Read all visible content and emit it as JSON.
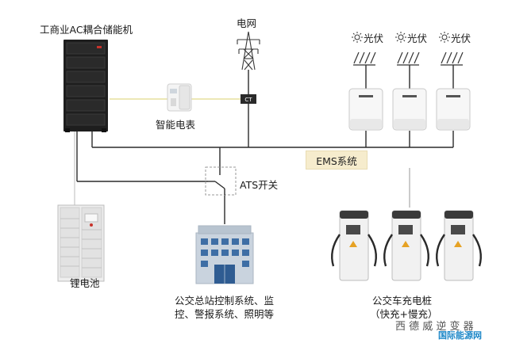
{
  "labels": {
    "storage_cabinet": "工商业AC耦合储能机",
    "grid": "电网",
    "ct": "CT",
    "smart_meter": "智能电表",
    "pv_1": "光伏",
    "pv_2": "光伏",
    "pv_3": "光伏",
    "ats": "ATS开关",
    "ems": "EMS系统",
    "battery": "锂电池",
    "station_line1": "公交总站控制系统、监",
    "station_line2": "控、警报系统、照明等",
    "charger_line1": "公交车充电桩",
    "charger_line2": "（快充+慢充）"
  },
  "watermark": {
    "line1": "西 德 威 逆 变 器",
    "line2": "国际能源网"
  },
  "colors": {
    "line": "#2b2b2b",
    "dashed": "#9a9a9a",
    "meter_link": "#e0d98a",
    "ems_fill": "#f6eccd",
    "cabinet": "#1e1e1e"
  }
}
